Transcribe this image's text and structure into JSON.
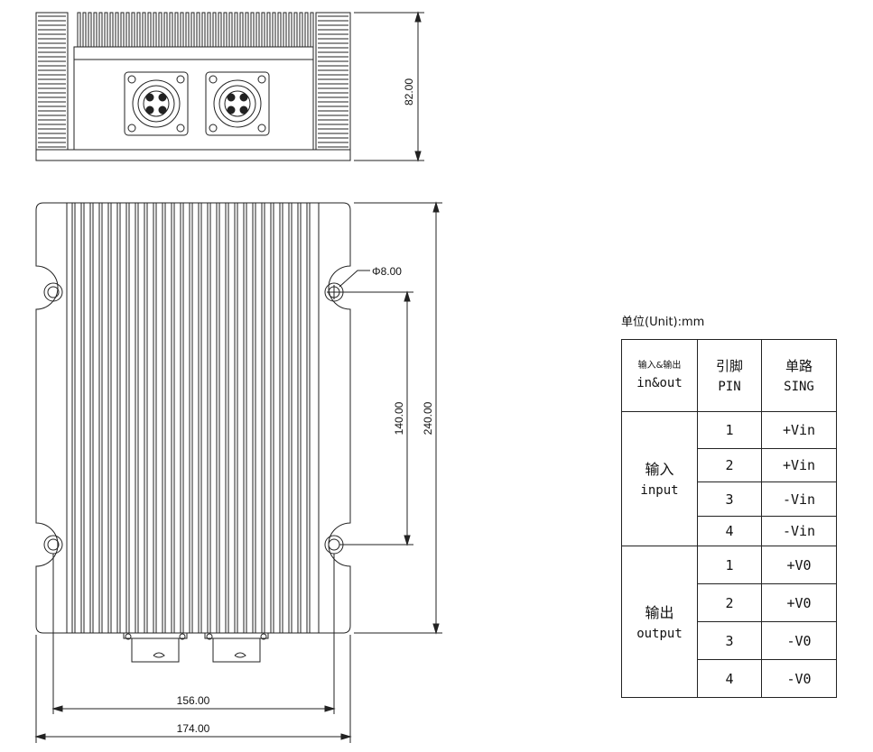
{
  "dimensions": {
    "height_side": "82.00",
    "hole_diameter": "Φ8.00",
    "hole_spacing_vertical": "140.00",
    "length": "240.00",
    "hole_spacing_horizontal": "156.00",
    "width": "174.00"
  },
  "unit_label": "单位(Unit):mm",
  "table": {
    "headers": [
      {
        "cn": "输入&输出",
        "en": "in&out"
      },
      {
        "cn": "引脚",
        "en": "PIN"
      },
      {
        "cn": "单路",
        "en": "SING"
      }
    ],
    "groups": [
      {
        "cn": "输入",
        "en": "input",
        "rows": [
          {
            "pin": "1",
            "signal": "+Vin"
          },
          {
            "pin": "2",
            "signal": "+Vin"
          },
          {
            "pin": "3",
            "signal": "-Vin"
          },
          {
            "pin": "4",
            "signal": "-Vin"
          }
        ]
      },
      {
        "cn": "输出",
        "en": "output",
        "rows": [
          {
            "pin": "1",
            "signal": "+V0"
          },
          {
            "pin": "2",
            "signal": "+V0"
          },
          {
            "pin": "3",
            "signal": "-V0"
          },
          {
            "pin": "4",
            "signal": "-V0"
          }
        ]
      }
    ]
  },
  "colors": {
    "line": "#222222",
    "background": "#ffffff"
  }
}
